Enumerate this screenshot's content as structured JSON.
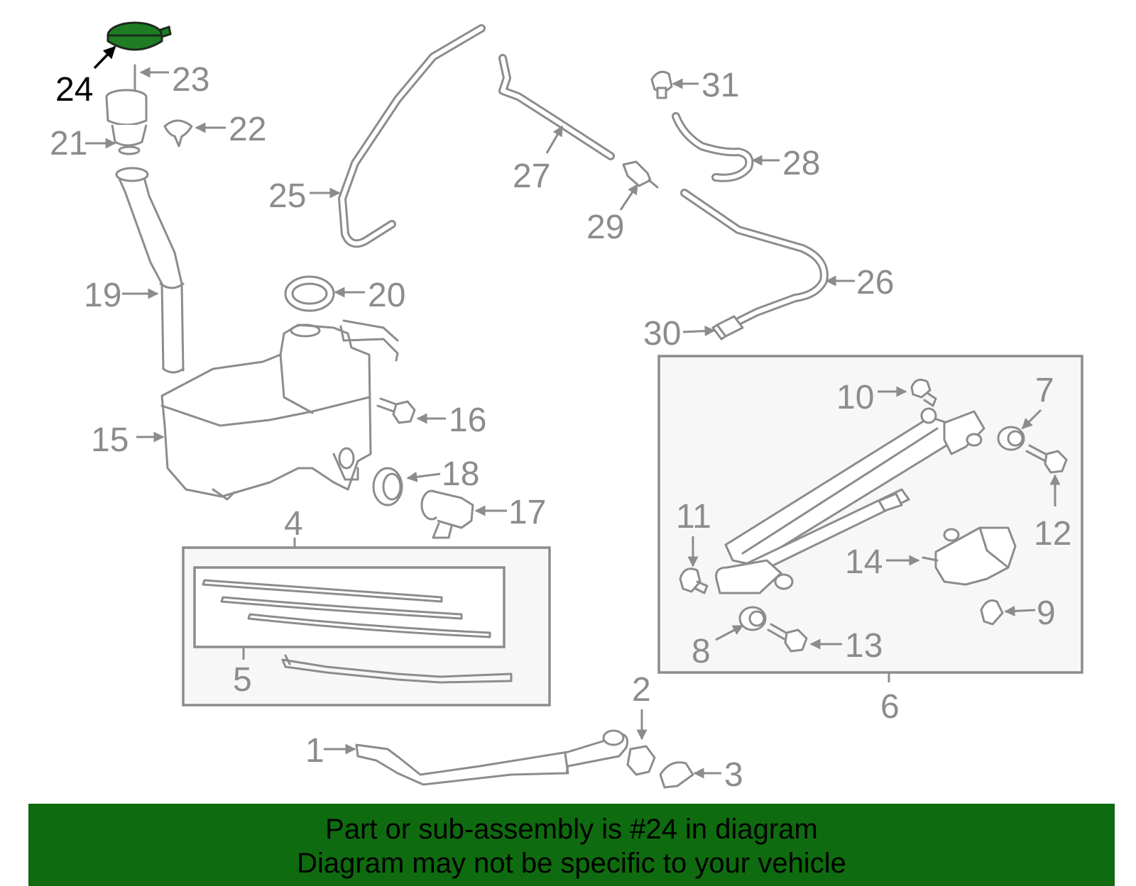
{
  "callouts": {
    "c1": "1",
    "c2": "2",
    "c3": "3",
    "c4": "4",
    "c5": "5",
    "c6": "6",
    "c7": "7",
    "c8": "8",
    "c9": "9",
    "c10": "10",
    "c11": "11",
    "c12": "12",
    "c13": "13",
    "c14": "14",
    "c15": "15",
    "c16": "16",
    "c17": "17",
    "c18": "18",
    "c19": "19",
    "c20": "20",
    "c21": "21",
    "c22": "22",
    "c23": "23",
    "c24": "24",
    "c25": "25",
    "c26": "26",
    "c27": "27",
    "c28": "28",
    "c29": "29",
    "c30": "30",
    "c31": "31"
  },
  "highlighted_part": "24",
  "colors": {
    "highlight": "#1e7d24",
    "banner": "#0f6b0f",
    "line_art": "#8c8c8c"
  },
  "banner": {
    "line1": "Part or sub-assembly is #24 in diagram",
    "line2": "Diagram may not be specific to your vehicle"
  }
}
